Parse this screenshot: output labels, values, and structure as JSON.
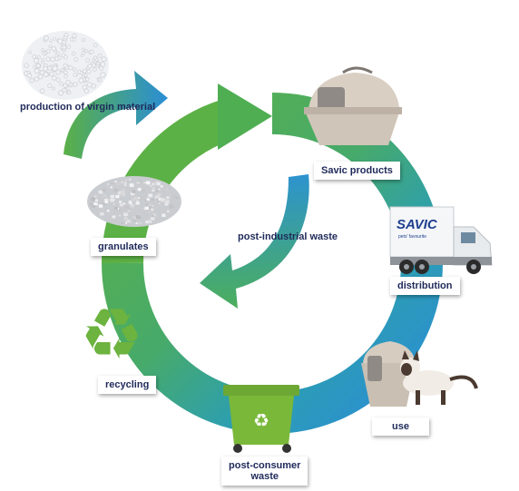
{
  "labels": {
    "production_virgin_material": [
      "production of",
      "virgin material"
    ],
    "savic_products": "Savic products",
    "distribution": "distribution",
    "use": "use",
    "post_consumer_waste": [
      "post-consumer",
      "waste"
    ],
    "recycling": "recycling",
    "granulates": "granulates",
    "post_industrial_waste": [
      "post-industrial",
      "waste"
    ]
  },
  "truck": {
    "brand": "SAVIC",
    "tagline": "pets' favourite"
  },
  "colors": {
    "green": "#5fb044",
    "teal": "#2ea6a0",
    "blue": "#2a8fd6",
    "label_text": "#1f2a5a",
    "bin_green": "#7ab83a"
  },
  "icons": [
    "pellets-pile",
    "granulates-pile",
    "litter-box",
    "truck",
    "cat-with-litter-box",
    "recycling-bin",
    "recycle-icon"
  ]
}
